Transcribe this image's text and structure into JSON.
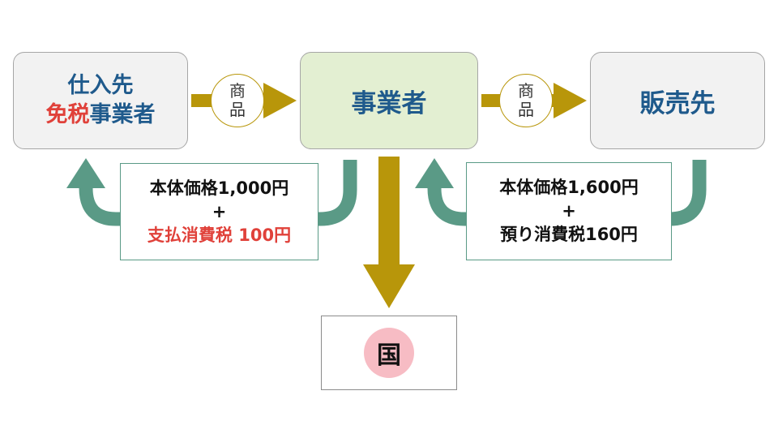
{
  "supplier": {
    "line1": "仕入先",
    "exempt": "免税",
    "business_label": "事業者"
  },
  "business": {
    "label": "事業者"
  },
  "buyer": {
    "label": "販売先"
  },
  "goods_label": {
    "top": "商",
    "bottom": "品"
  },
  "left_payment": {
    "base": "本体価格1,000円",
    "plus": "+",
    "tax": "支払消費税 100円"
  },
  "right_payment": {
    "base": "本体価格1,600円",
    "plus": "+",
    "tax": "預り消費税160円"
  },
  "country": {
    "label": "国"
  },
  "colors": {
    "goods_arrow": "#b8960a",
    "payment_arrow": "#5a9a86",
    "highlight": "#e0413a",
    "party_text": "#1f5a8c"
  }
}
